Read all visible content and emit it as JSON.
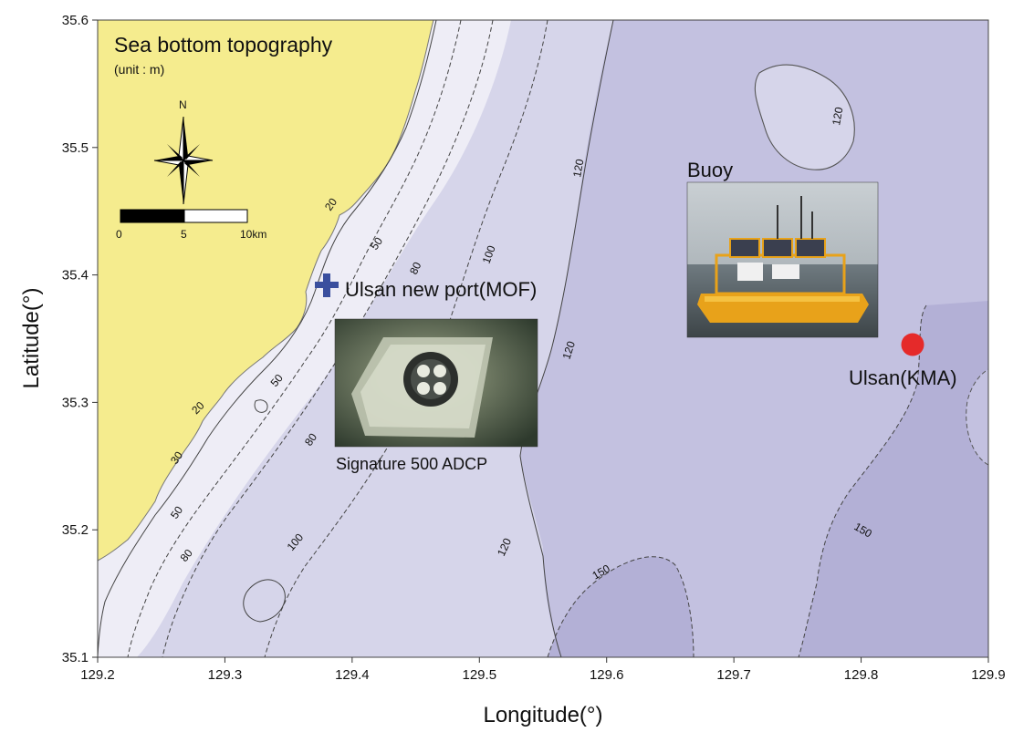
{
  "map": {
    "title": "Sea bottom topography",
    "unit_note": "(unit : m)",
    "x_axis": {
      "label": "Longitude(°)",
      "range": [
        129.2,
        129.9
      ],
      "ticks": [
        "129.2",
        "129.3",
        "129.4",
        "129.5",
        "129.6",
        "129.7",
        "129.8",
        "129.9"
      ]
    },
    "y_axis": {
      "label": "Latitude(°)",
      "range": [
        35.1,
        35.6
      ],
      "ticks": [
        "35.1",
        "35.2",
        "35.3",
        "35.4",
        "35.5",
        "35.6"
      ]
    },
    "north_label": "N",
    "scale_bar": {
      "labels": [
        "0",
        "5",
        "10km"
      ]
    },
    "contour_labels": {
      "c20": "20",
      "c30": "30",
      "c50": "50",
      "c80": "80",
      "c100": "100",
      "c120": "120",
      "c150": "150"
    },
    "stations": [
      {
        "name": "Ulsan new port(MOF)",
        "lon": 129.38,
        "lat": 35.392,
        "marker": "plus",
        "color": "#3a4f9e"
      },
      {
        "name": "Ulsan(KMA)",
        "lon": 129.84,
        "lat": 35.345,
        "marker": "circle",
        "color": "#e52a2a"
      }
    ],
    "photos": {
      "buoy_caption": "Buoy",
      "adcp_caption": "Signature 500 ADCP"
    },
    "colors": {
      "land": "#f5ec8e",
      "shallow": "#eeedf6",
      "mid": "#d6d5ea",
      "deep": "#c3c1e0",
      "deepest": "#b3b0d6"
    }
  }
}
